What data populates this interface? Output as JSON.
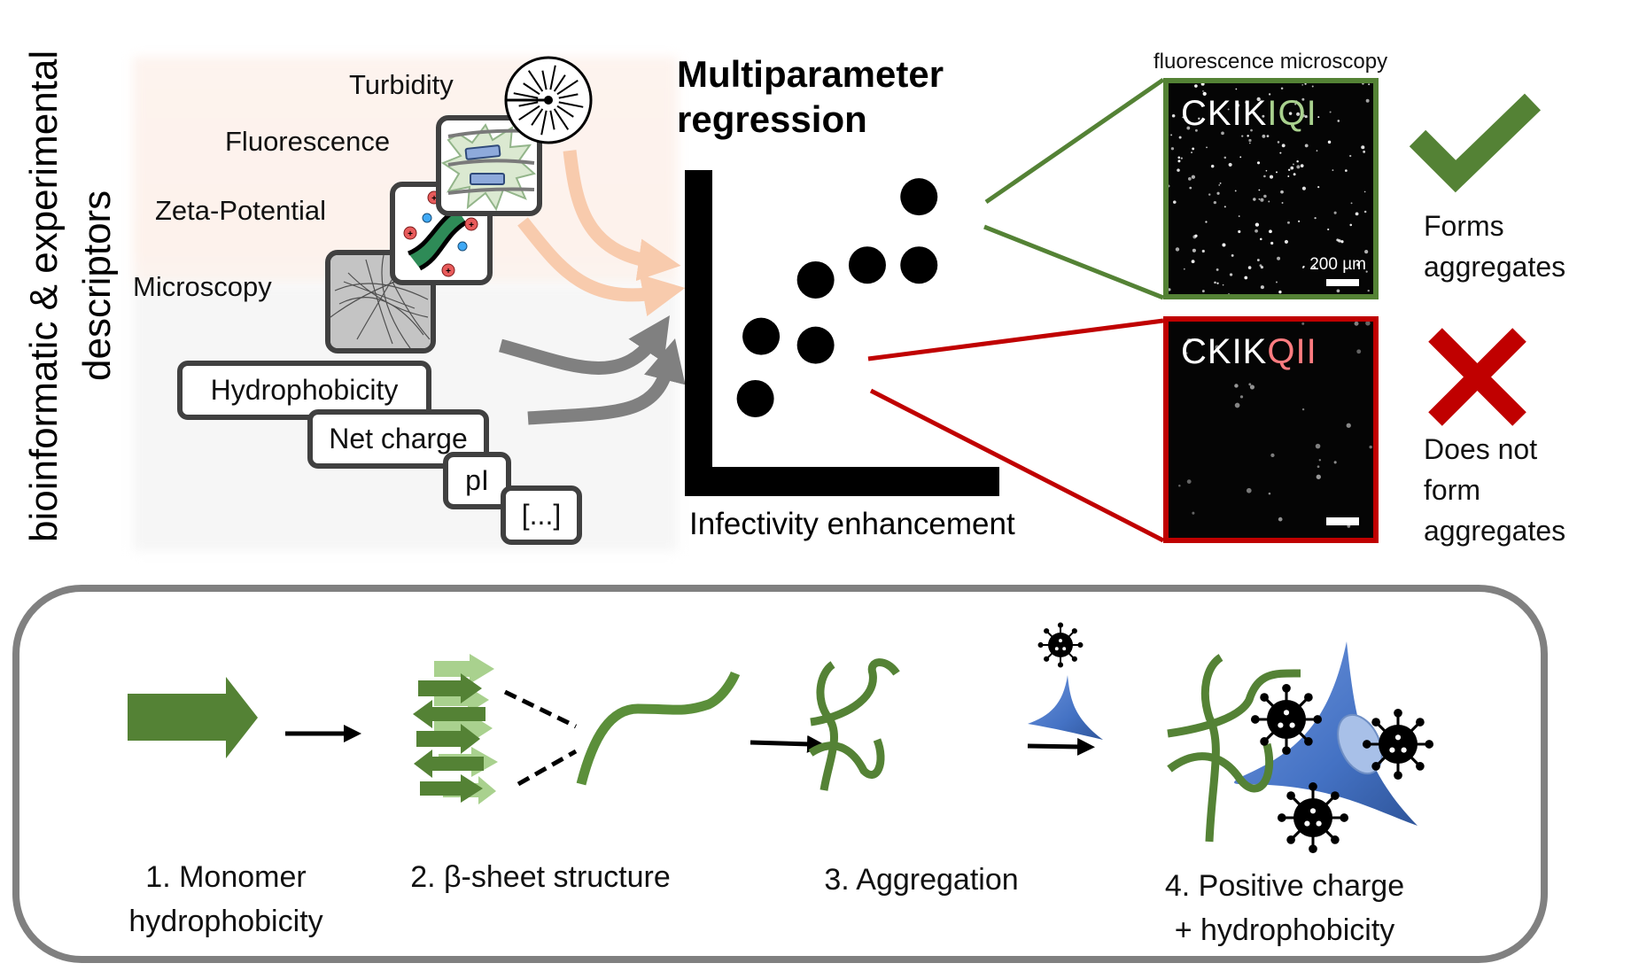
{
  "side_label": {
    "line1": "bioinformatic & experimental",
    "line2": "descriptors"
  },
  "experimental_descriptors": [
    {
      "label": "Turbidity",
      "icon": "turbidity-scatter-icon"
    },
    {
      "label": "Fluorescence",
      "icon": "fluorescent-fibril-icon"
    },
    {
      "label": "Zeta-Potential",
      "icon": "charged-fibril-icon"
    },
    {
      "label": "Microscopy",
      "icon": "tem-fibril-image"
    }
  ],
  "bioinformatic_descriptors": [
    "Hydrophobicity",
    "Net charge",
    "pI",
    "[...]"
  ],
  "regression": {
    "title_line1": "Multiparameter",
    "title_line2": "regression",
    "xlabel": "Infectivity enhancement"
  },
  "chart_data": {
    "type": "scatter",
    "title": "Multiparameter regression",
    "xlabel": "Infectivity enhancement",
    "ylabel": "",
    "xlim": [
      0,
      10
    ],
    "ylim": [
      0,
      10
    ],
    "grid": false,
    "points": [
      {
        "x": 1.5,
        "y": 2.3,
        "note": ""
      },
      {
        "x": 1.7,
        "y": 4.4,
        "note": ""
      },
      {
        "x": 3.6,
        "y": 4.1,
        "note": "CKIKQII (does not form aggregates)"
      },
      {
        "x": 3.6,
        "y": 6.3,
        "note": ""
      },
      {
        "x": 5.4,
        "y": 6.8,
        "note": ""
      },
      {
        "x": 7.2,
        "y": 6.8,
        "note": ""
      },
      {
        "x": 7.2,
        "y": 9.1,
        "note": "CKIKIQI (forms aggregates)"
      }
    ]
  },
  "microscopy": {
    "caption": "fluorescence microscopy",
    "panels": [
      {
        "prefix": "CKIK",
        "suffix": "IQI",
        "suffix_color": "#a9d18e",
        "border_color": "#548235",
        "scale_bar": "200 µm",
        "verdict": [
          "Forms",
          "aggregates"
        ],
        "verdict_icon": "check-icon"
      },
      {
        "prefix": "CKIK",
        "suffix": "QII",
        "suffix_color": "#ff7c80",
        "border_color": "#c00000",
        "scale_bar": "",
        "verdict": [
          "Does not",
          "form",
          "aggregates"
        ],
        "verdict_icon": "cross-icon"
      }
    ]
  },
  "mechanism_steps": [
    {
      "lines": [
        "1. Monomer",
        "hydrophobicity"
      ]
    },
    {
      "lines": [
        "2. β-sheet structure"
      ]
    },
    {
      "lines": [
        "3. Aggregation"
      ]
    },
    {
      "lines": [
        "4. Positive charge",
        "+ hydrophobicity"
      ]
    }
  ],
  "colors": {
    "green": "#548235",
    "light_green": "#a9d18e",
    "red": "#c00000",
    "peach_arrow": "#f8cbad",
    "gray_arrow": "#808080",
    "cell_blue": "#4472c4",
    "frame_gray": "#808080"
  }
}
